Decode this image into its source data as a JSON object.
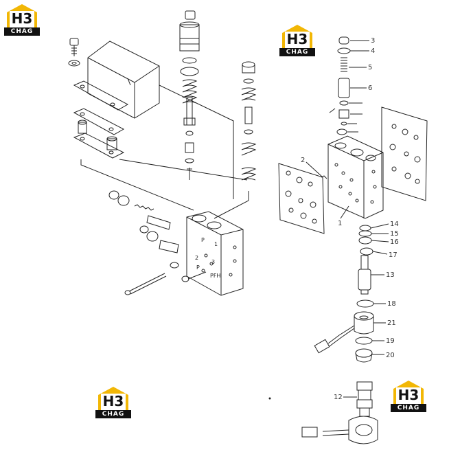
{
  "logos": [
    {
      "name": "logo-top-left",
      "mark": "H3",
      "text": "CHAG"
    },
    {
      "name": "logo-top-center",
      "mark": "H3",
      "text": "CHAG"
    },
    {
      "name": "logo-bottom-left",
      "mark": "H3",
      "text": "CHAG"
    },
    {
      "name": "logo-bottom-right",
      "mark": "H3",
      "text": "CHAG"
    }
  ],
  "callouts": {
    "c1": "1",
    "c2": "2",
    "c3": "3",
    "c4": "4",
    "c5": "5",
    "c6": "6",
    "c12": "12",
    "c13": "13",
    "c14": "14",
    "c15": "15",
    "c16": "16",
    "c17": "17",
    "c18": "18",
    "c19": "19",
    "c20": "20",
    "c21": "21"
  },
  "body_marks": {
    "p1": "P",
    "n1": "1",
    "n2": "2",
    "n3": "3",
    "p2": "P",
    "pfh": "PFH"
  },
  "colors": {
    "line": "#222222",
    "logo_yellow": "#f2b705",
    "logo_dark": "#111111"
  }
}
